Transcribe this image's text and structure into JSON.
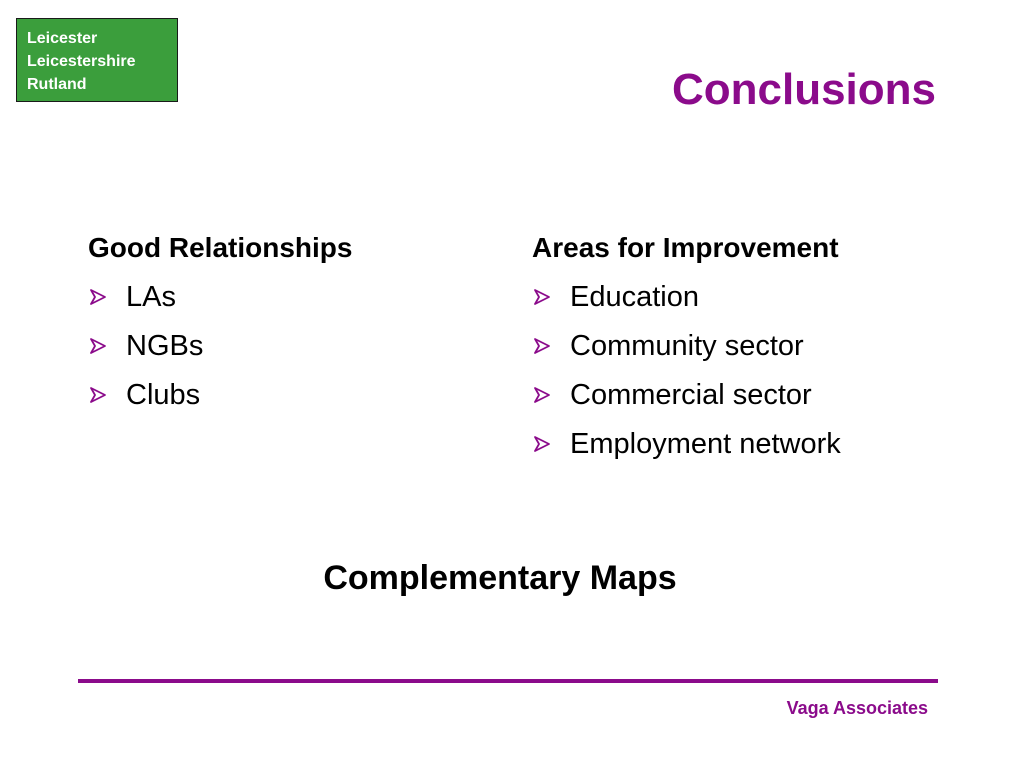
{
  "logo": {
    "lines": [
      "Leicester",
      "Leicestershire",
      "Rutland"
    ],
    "background": "#3b9e3c"
  },
  "title": "Conclusions",
  "accent_color": "#8b0b8b",
  "bullet_icon": "arrowhead-bullet-icon",
  "left_column": {
    "heading": "Good Relationships",
    "items": [
      "LAs",
      "NGBs",
      "Clubs"
    ]
  },
  "right_column": {
    "heading": "Areas for Improvement",
    "items": [
      "Education",
      "Community sector",
      "Commercial sector",
      "Employment network"
    ]
  },
  "subheading": "Complementary Maps",
  "footer": {
    "credit": "Vaga Associates"
  }
}
